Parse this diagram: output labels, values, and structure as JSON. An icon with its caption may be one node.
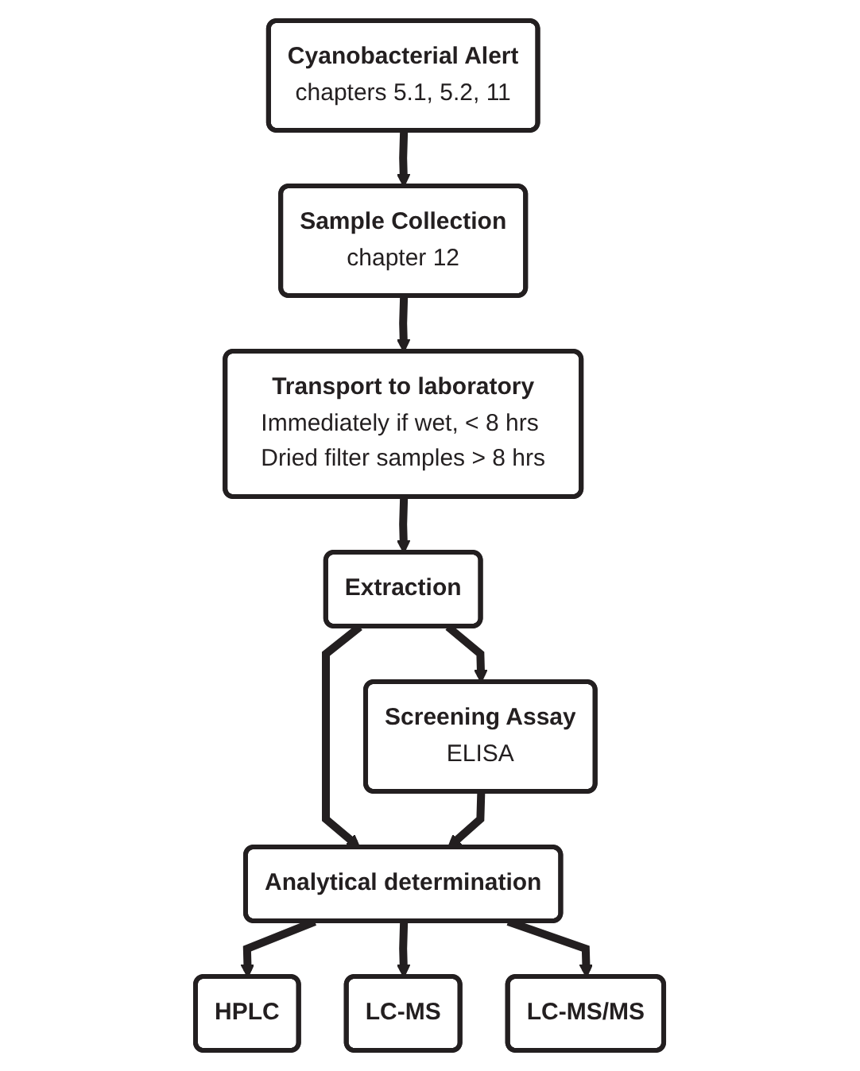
{
  "diagram": {
    "nodes": [
      {
        "text": [
          "Cyanobacterial Alert",
          "chapters 5.1, 5.2, 11"
        ]
      },
      {
        "text": [
          "Sample Collection",
          "chapter 12"
        ]
      },
      {
        "text": [
          "Transport to laboratory",
          "Immediately if wet, < 8 hrs Dried filter samples > 8 hrs"
        ]
      },
      {
        "text": [
          "Extraction"
        ]
      },
      {
        "text": [
          "Screening Assay",
          "ELISA"
        ]
      },
      {
        "text": [
          "Analytical determination"
        ]
      },
      {
        "text": [
          "HPLC"
        ]
      },
      {
        "text": [
          "LC-MS"
        ]
      },
      {
        "text": [
          "LC-MS/MS"
        ]
      }
    ],
    "edges": [
      {
        "from": 0,
        "to": 1,
        "arrow": "to"
      },
      {
        "from": 1,
        "to": 2,
        "arrow": "to"
      },
      {
        "from": 2,
        "to": 3,
        "arrow": "to"
      },
      {
        "from": 3,
        "to": 4,
        "arrow": "to"
      },
      {
        "from": 3,
        "to": 5,
        "arrow": "to"
      },
      {
        "from": 4,
        "to": 5,
        "arrow": "to"
      },
      {
        "from": 5,
        "to": 6,
        "arrow": "to"
      },
      {
        "from": 5,
        "to": 7,
        "arrow": "to"
      },
      {
        "from": 5,
        "to": 8,
        "arrow": "to"
      }
    ]
  }
}
